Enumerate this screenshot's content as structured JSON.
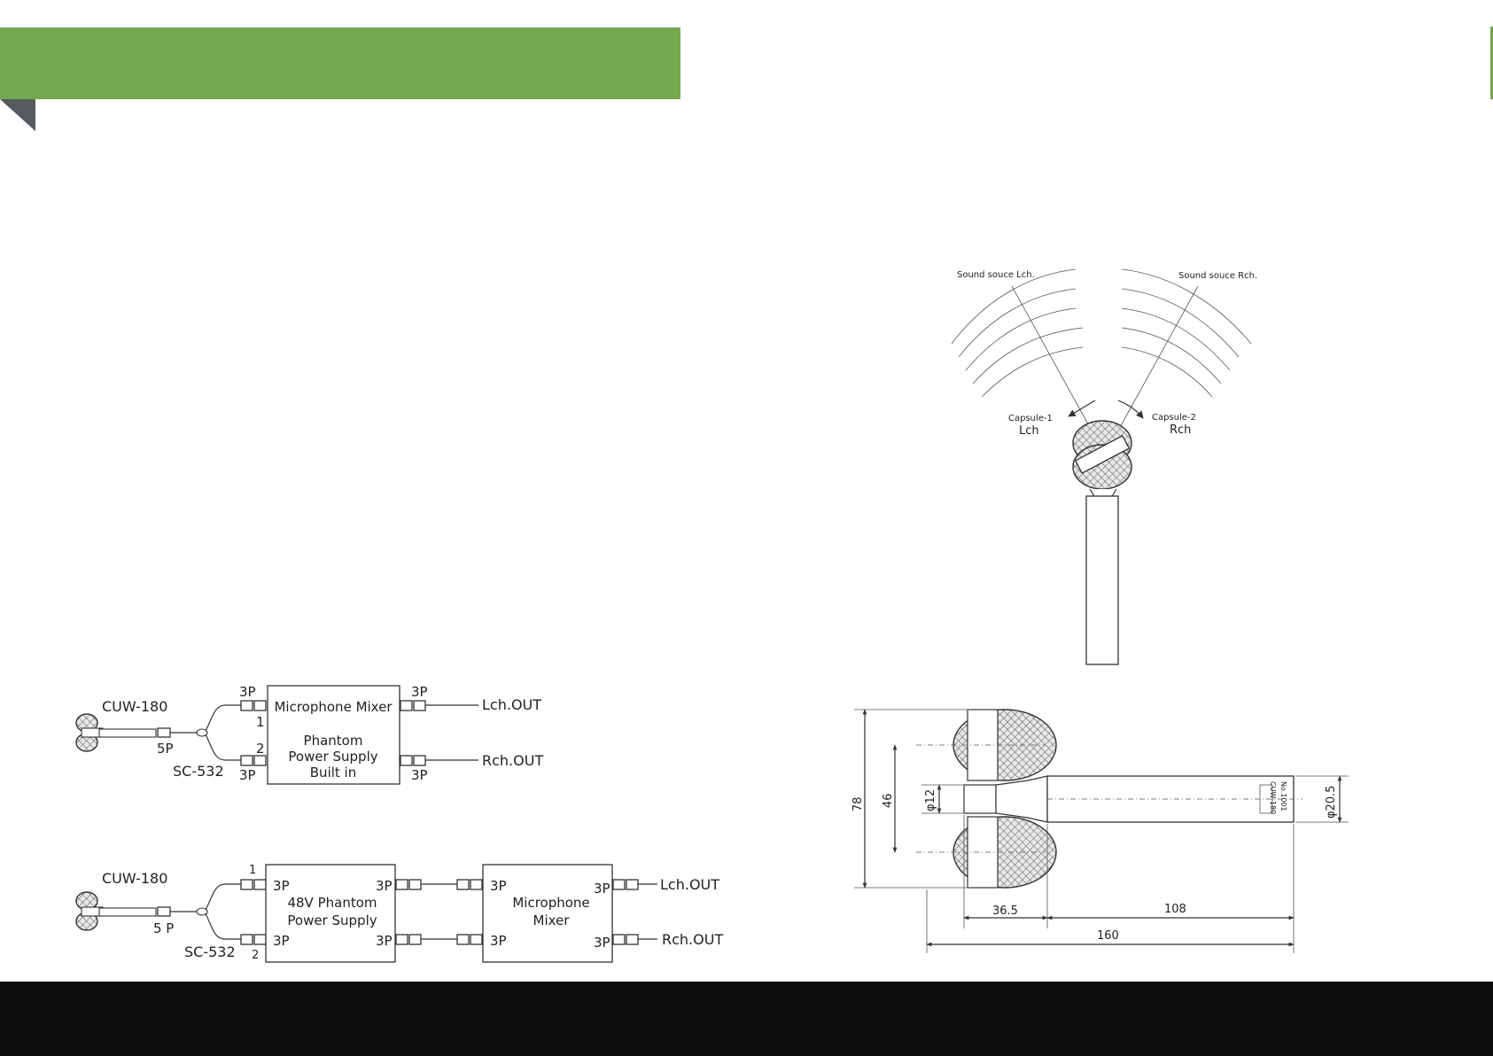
{
  "colors": {
    "header_green": "#74a84e",
    "fold_gray": "#555a5e",
    "footer_black": "#0d0d0d",
    "line": "#333333"
  },
  "wiring_1": {
    "mic_label": "CUW-180",
    "mic_connector": "5P",
    "cable_label": "SC-532",
    "mixer_lines": [
      "Microphone Mixer",
      "Phantom",
      "Power Supply",
      "Built in"
    ],
    "pin_top": "1",
    "pin_bottom": "2",
    "conn_in_top": "3P",
    "conn_in_bottom": "3P",
    "conn_out_top": "3P",
    "conn_out_bottom": "3P",
    "out_l": "Lch.OUT",
    "out_r": "Rch.OUT"
  },
  "wiring_2": {
    "mic_label": "CUW-180",
    "mic_connector": "5 P",
    "cable_label": "SC-532",
    "pin_top": "1",
    "pin_bottom": "2",
    "phantom_lines": [
      "48V Phantom",
      "Power Supply"
    ],
    "mixer_lines": [
      "Microphone",
      "Mixer"
    ],
    "conn": "3P",
    "out_l": "Lch.OUT",
    "out_r": "Rch.OUT"
  },
  "pattern_diagram": {
    "source_l": "Sound souce Lch.",
    "source_r": "Sound souce Rch.",
    "capsule_1": "Capsule-1",
    "capsule_1_ch": "Lch",
    "capsule_2": "Capsule-2",
    "capsule_2_ch": "Rch"
  },
  "dimension_drawing": {
    "height_total": "78",
    "capsule_span": "46",
    "neck_dia": "φ12",
    "body_dia": "φ20.5",
    "head_len": "36.5",
    "body_len": "108",
    "total_len": "160",
    "body_print_1": "CUW-180",
    "body_print_2": "No.1001"
  }
}
